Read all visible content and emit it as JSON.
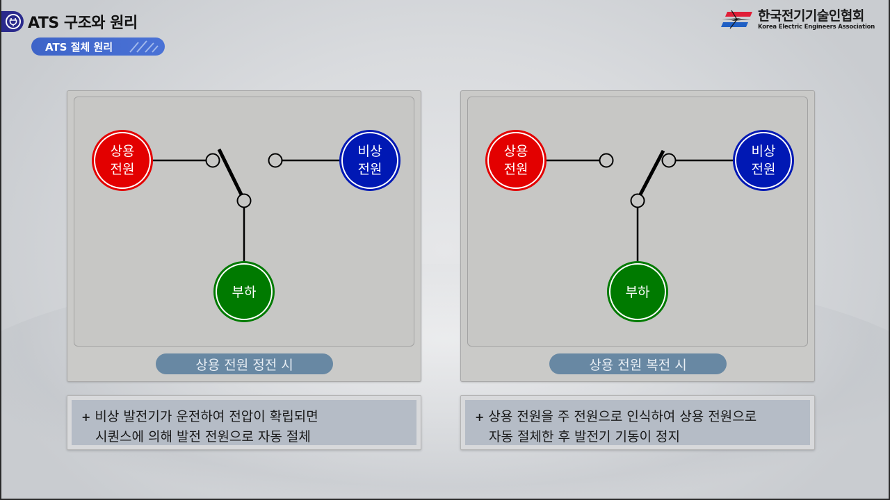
{
  "header": {
    "title": "ATS 구조와 원리",
    "title_icon": "plug-icon",
    "subtitle": "ATS 절체 원리"
  },
  "logo": {
    "name_ko": "한국전기기술인협회",
    "name_en": "Korea Electric Engineers Association"
  },
  "colors": {
    "utility": "#e30000",
    "emergency": "#0018b4",
    "load": "#007a00",
    "caption": "#6888a3",
    "title_tab": "#2a2a8c",
    "subtitle_pill": "#4a6fd2"
  },
  "panels": [
    {
      "nodes": {
        "utility": "상용\n전원",
        "utility_l1": "상용",
        "utility_l2": "전원",
        "emergency_l1": "비상",
        "emergency_l2": "전원",
        "load": "부하"
      },
      "switch_position": "emergency",
      "caption": "상용 전원 정전 시",
      "description": {
        "bullet": "+",
        "line1": "비상 발전기가 운전하여 전압이 확립되면",
        "line2": "시퀀스에 의해 발전 전원으로 자동 절체"
      }
    },
    {
      "nodes": {
        "utility_l1": "상용",
        "utility_l2": "전원",
        "emergency_l1": "비상",
        "emergency_l2": "전원",
        "load": "부하"
      },
      "switch_position": "emergency_contact",
      "caption": "상용 전원 복전 시",
      "description": {
        "bullet": "+",
        "line1": "상용 전원을 주 전원으로 인식하여 상용 전원으로",
        "line2": "자동 절체한 후 발전기 기동이 정지"
      }
    }
  ]
}
